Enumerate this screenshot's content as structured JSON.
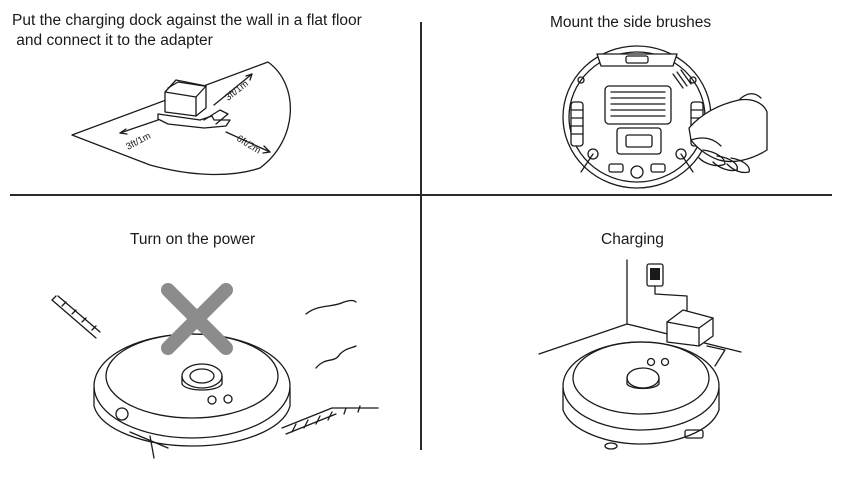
{
  "steps": [
    {
      "caption_line1": "Put the charging dock against the wall in a flat floor",
      "caption_line2": " and connect it to the adapter",
      "dims": {
        "left": "3ft/1m",
        "top": "3ft/1m",
        "front": "6ft/2m"
      }
    },
    {
      "caption": "Mount the side brushes"
    },
    {
      "caption": "Turn on the power"
    },
    {
      "caption": "Charging"
    }
  ],
  "colors": {
    "line": "#1a1a1a",
    "cross": "#8c8c8c",
    "background": "#ffffff"
  }
}
